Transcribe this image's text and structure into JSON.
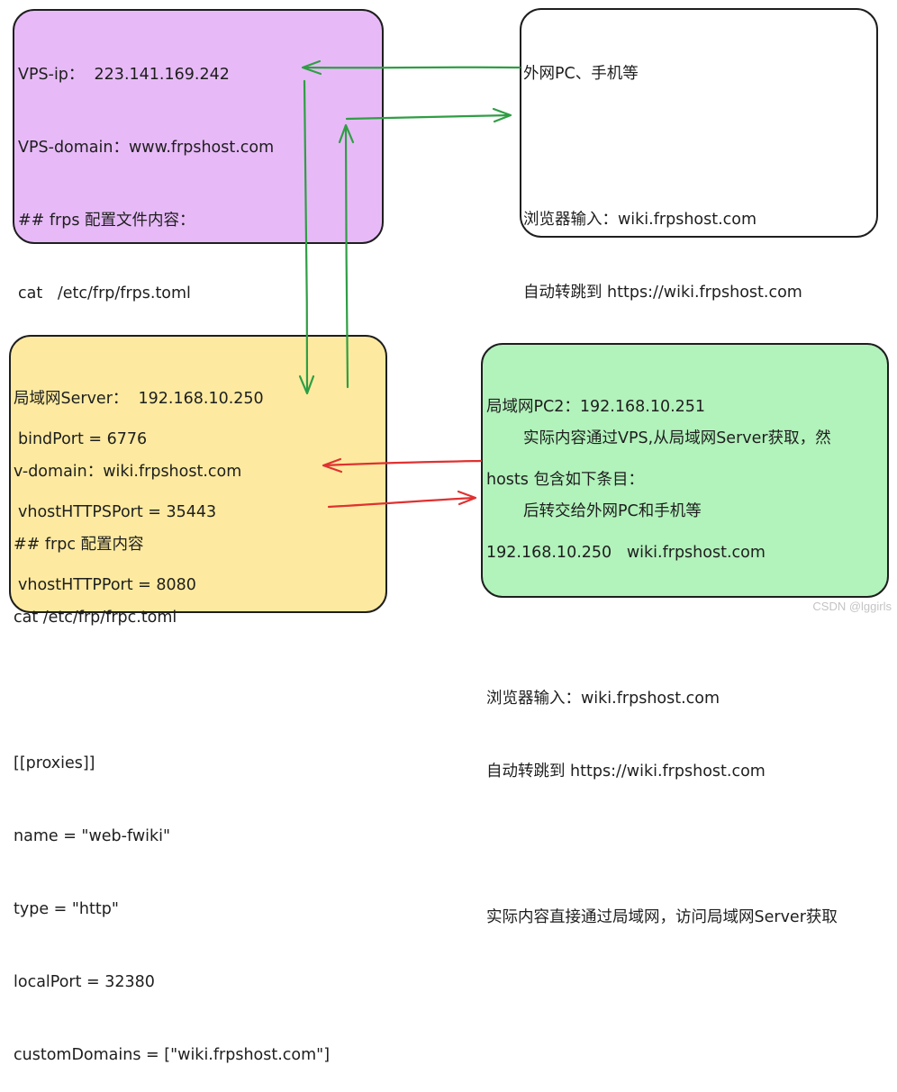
{
  "boxes": {
    "vps": {
      "lines": [
        "VPS-ip：  223.141.169.242",
        "VPS-domain：www.frpshost.com",
        "## frps 配置文件内容：",
        "cat   /etc/frp/frps.toml",
        "",
        "bindPort = 6776",
        "vhostHTTPSPort = 35443",
        "vhostHTTPPort = 8080"
      ],
      "fill": "#e7baf7"
    },
    "wan": {
      "lines": [
        "外网PC、手机等",
        "",
        "浏览器输入：wiki.frpshost.com",
        "自动转跳到 https://wiki.frpshost.com",
        "",
        "实际内容通过VPS,从局域网Server获取，然",
        "后转交给外网PC和手机等"
      ],
      "fill": "#ffffff"
    },
    "server": {
      "lines": [
        "局域网Server：  192.168.10.250",
        "v-domain：wiki.frpshost.com",
        "## frpc 配置内容",
        "cat /etc/frp/frpc.toml",
        "",
        "[[proxies]]",
        "name = \"web-fwiki\"",
        "type = \"http\"",
        "localPort = 32380",
        "customDomains = [\"wiki.frpshost.com\"]"
      ],
      "fill": "#fdeaa0"
    },
    "pc2": {
      "lines": [
        "局域网PC2：192.168.10.251",
        "hosts 包含如下条目：",
        "192.168.10.250   wiki.frpshost.com",
        "",
        "浏览器输入：wiki.frpshost.com",
        "自动转跳到 https://wiki.frpshost.com",
        "",
        "实际内容直接通过局域网，访问局域网Server获取"
      ],
      "fill": "#b2f2bb"
    }
  },
  "arrow_colors": {
    "green": "#2f9e44",
    "red": "#e03131"
  },
  "watermark": "CSDN @lggirls"
}
